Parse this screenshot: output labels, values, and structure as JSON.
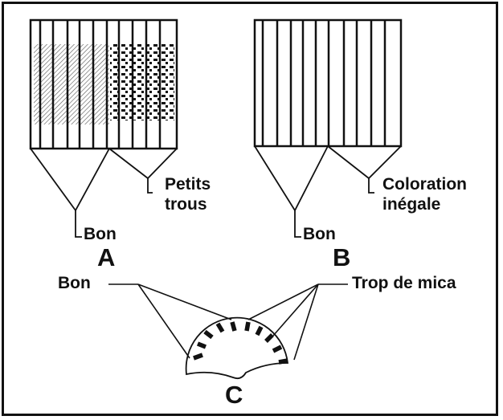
{
  "panels": {
    "a": {
      "letter": "A",
      "left_label": "Bon",
      "right_label_line1": "Petits",
      "right_label_line2": "trous"
    },
    "b": {
      "letter": "B",
      "left_label": "Bon",
      "right_label_line1": "Coloration",
      "right_label_line2": "inégale"
    },
    "c": {
      "letter": "C",
      "left_label": "Bon",
      "right_label": "Trop de mica"
    }
  },
  "colors": {
    "ink": "#111111",
    "background": "#ffffff"
  }
}
